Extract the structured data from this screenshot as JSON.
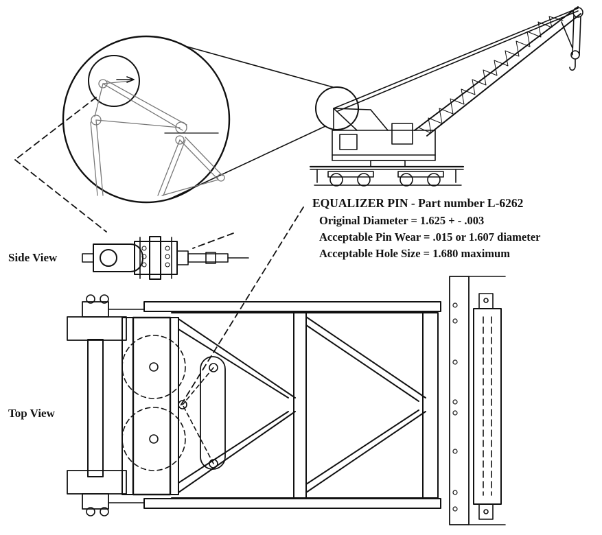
{
  "labels": {
    "side_view": "Side View",
    "top_view": "Top View"
  },
  "callout": {
    "title": "EQUALIZER PIN - Part number L-6262",
    "specs": [
      "Original Diameter = 1.625 + - .003",
      "Acceptable Pin Wear = .015 or 1.607 diameter",
      "Acceptable Hole Size = 1.680 maximum"
    ]
  },
  "colors": {
    "ink": "#111111",
    "background": "#ffffff"
  }
}
